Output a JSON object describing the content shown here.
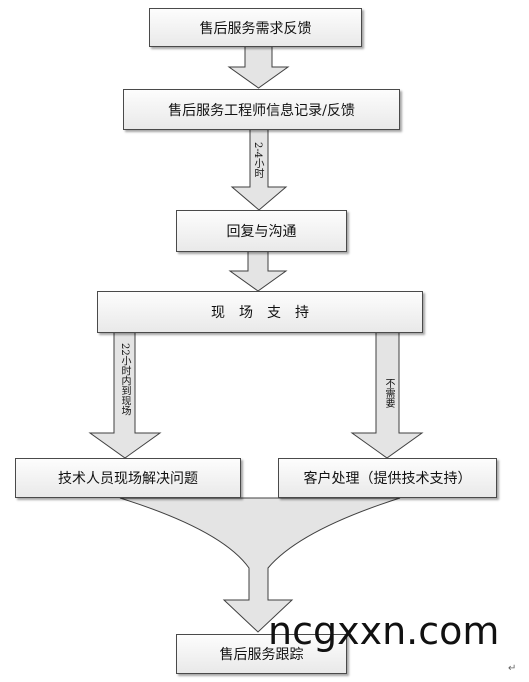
{
  "boxes": {
    "request": "售后服务需求反馈",
    "engineer": "售后服务工程师信息记录/反馈",
    "reply": "回复与沟通",
    "onsite": "现场支持",
    "resolve": "技术人员现场解决问题",
    "customer": "客户处理（提供技术支持）",
    "tracking": "售后服务跟踪"
  },
  "labels": {
    "time_2_4h": "2-4小时",
    "within_22h": "22小时内到现场",
    "not_needed": "不需要"
  },
  "watermark": "ncgxxn.com",
  "return_mark": "↵",
  "colors": {
    "arrow_fill": "#e4e4e4",
    "arrow_stroke": "#3f3f3f",
    "box_border": "#4a4a4a"
  }
}
